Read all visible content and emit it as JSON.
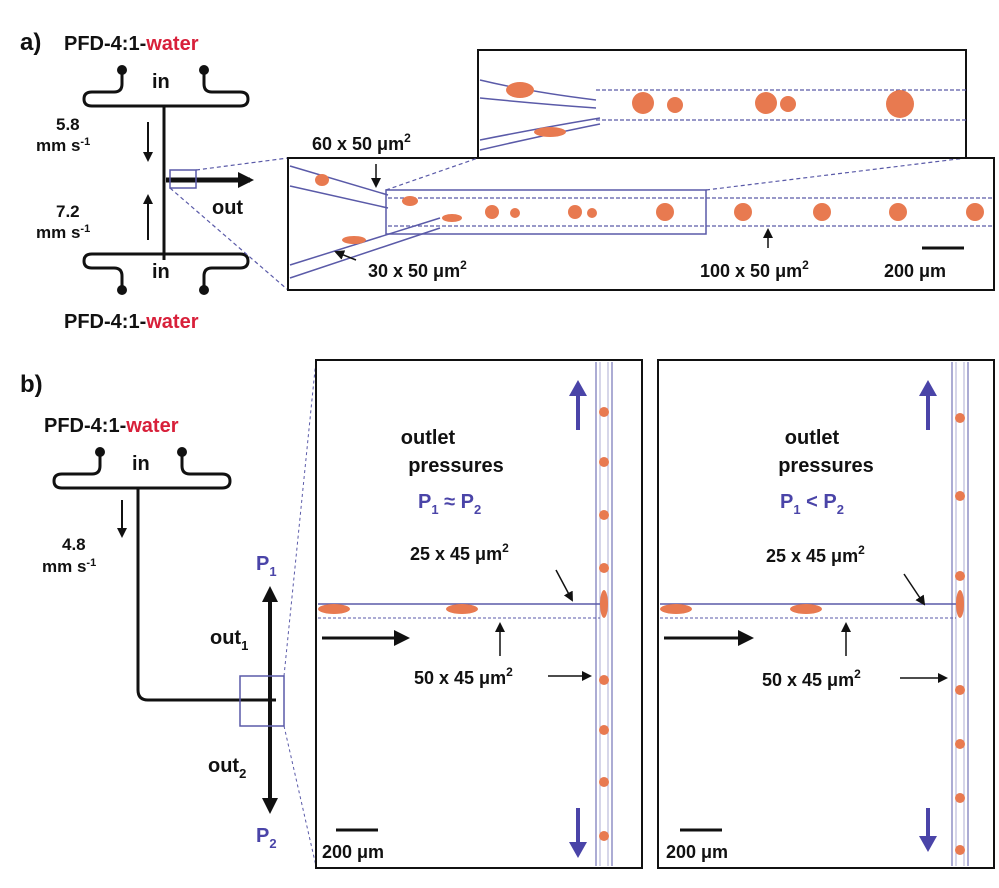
{
  "panel_a": {
    "label": "a)",
    "fluid_prefix": "PFD-4:1-",
    "fluid_water": "water",
    "inlet_label": "in",
    "outlet_label": "out",
    "top_rate_value": "5.8",
    "bottom_rate_value": "7.2",
    "rate_unit_text": "mm s",
    "rate_unit_exp": "-1",
    "dim_top": "60 x 50 μm",
    "dim_bottom": "30 x 50 μm",
    "dim_outlet": "100 x 50 μm",
    "dim_exp": "2",
    "scale_bar": "200 μm"
  },
  "panel_b": {
    "label": "b)",
    "fluid_prefix": "PFD-4:1-",
    "fluid_water": "water",
    "inlet_label": "in",
    "rate_value": "4.8",
    "rate_unit_text": "mm s",
    "rate_unit_exp": "-1",
    "p1": "P",
    "p1_sub": "1",
    "p2": "P",
    "p2_sub": "2",
    "out1": "out",
    "out1_sub": "1",
    "out2": "out",
    "out2_sub": "2",
    "left_box": {
      "title1": "outlet",
      "title2": "pressures",
      "relation": "≈",
      "dim_narrow": "25 x 45 μm",
      "dim_main": "50 x 45 μm",
      "dim_exp": "2",
      "scale_bar": "200 μm"
    },
    "right_box": {
      "title1": "outlet",
      "title2": "pressures",
      "relation": "<",
      "dim_narrow": "25 x 45 μm",
      "dim_main": "50 x 45 μm",
      "dim_exp": "2",
      "scale_bar": "200 μm"
    }
  },
  "colors": {
    "droplet": "#e87a50",
    "channel_edge": "#5a5aa8",
    "accent_blue": "#4a44a8",
    "water_red": "#d8203a"
  }
}
